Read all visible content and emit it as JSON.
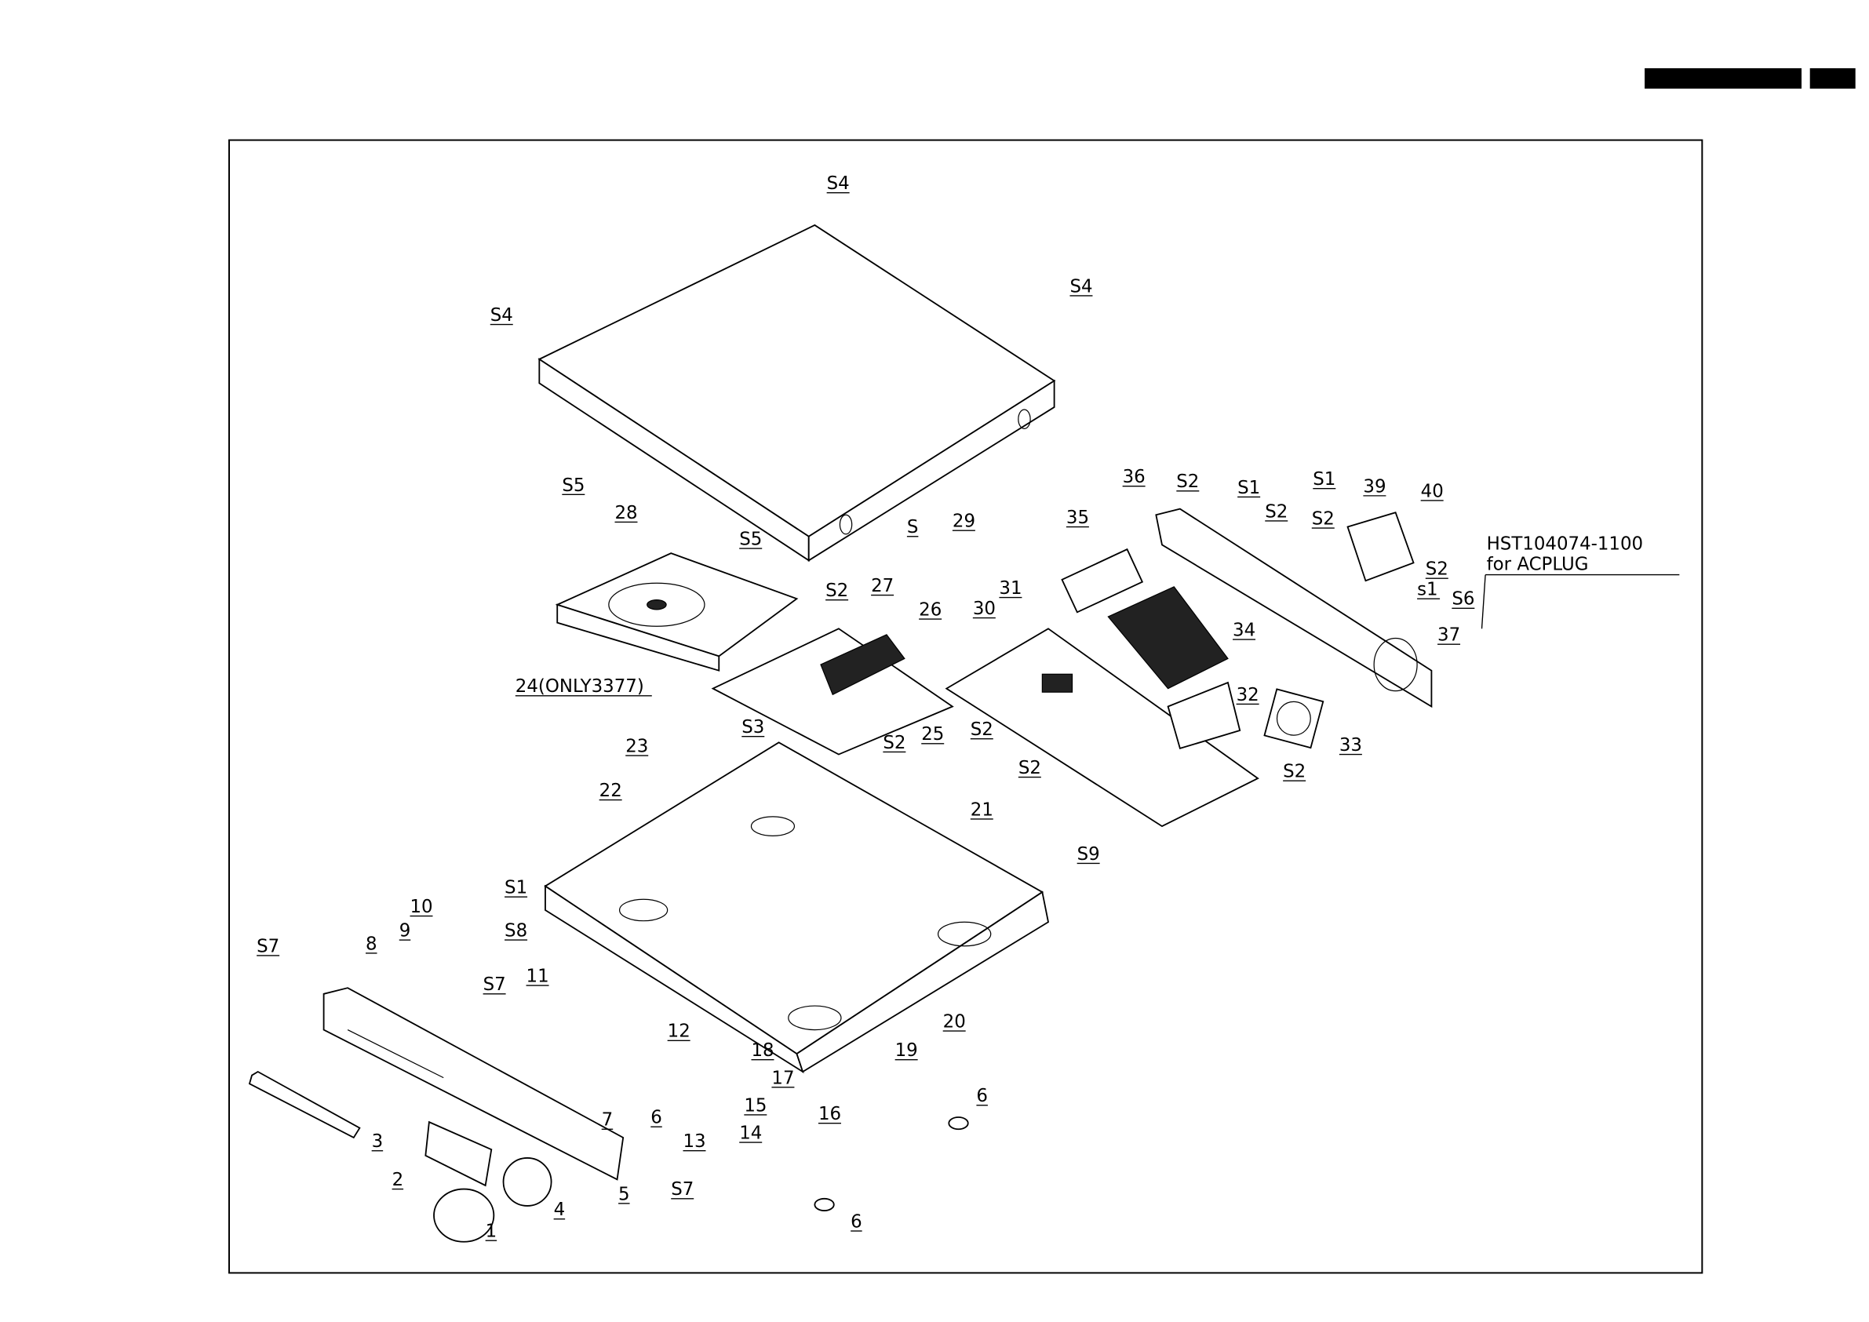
{
  "header": {
    "bar_color": "#000000"
  },
  "note": {
    "line1": "HST104074-1100",
    "line2": "for ACPLUG"
  },
  "labels": [
    "S4",
    "S4",
    "S4",
    "S5",
    "28",
    "S5",
    "S",
    "29",
    "36",
    "S2",
    "S1",
    "S1",
    "S2",
    "S2",
    "39",
    "40",
    "35",
    "31",
    "30",
    "S2",
    "27",
    "26",
    "S2",
    "s1",
    "S6",
    "37",
    "34",
    "24(ONLY3377)",
    "S3",
    "23",
    "S2",
    "25",
    "S2",
    "32",
    "33",
    "S2",
    "S2",
    "22",
    "21",
    "S9",
    "S1",
    "10",
    "9",
    "8",
    "S8",
    "S7",
    "S7",
    "11",
    "20",
    "12",
    "18",
    "19",
    "17",
    "15",
    "16",
    "6",
    "7",
    "6",
    "13",
    "14",
    "3",
    "2",
    "4",
    "5",
    "S7",
    "6",
    "1"
  ]
}
